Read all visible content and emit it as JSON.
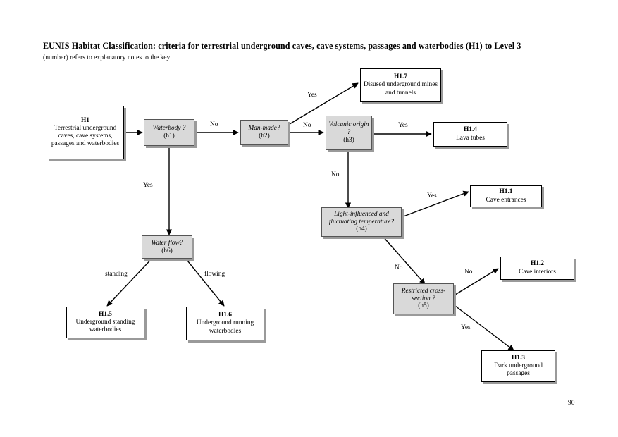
{
  "header": {
    "title": "EUNIS Habitat Classification: criteria for terrestrial underground caves, cave systems,  passages and waterbodies (H1) to Level 3",
    "subtitle": "(number) refers to explanatory notes to the key"
  },
  "page_number": "90",
  "chart_data": {
    "type": "diagram",
    "title": "EUNIS Habitat Classification: criteria for terrestrial underground caves, cave systems,  passages and waterbodies (H1) to Level 3",
    "nodes": [
      {
        "id": "h1-root",
        "kind": "terminal",
        "code": "H1",
        "desc": "Terrestrial underground caves, cave systems, passages and waterbodies"
      },
      {
        "id": "q-waterbody",
        "kind": "decision",
        "question": "Waterbody ?",
        "note": "(h1)"
      },
      {
        "id": "q-manmade",
        "kind": "decision",
        "question": "Man-made?",
        "note": "(h2)"
      },
      {
        "id": "q-volcanic",
        "kind": "decision",
        "question": "Volcanic origin ?",
        "note": "(h3)"
      },
      {
        "id": "q-light",
        "kind": "decision",
        "question": "Light-influenced and fluctuating temperature?",
        "note": "(h4)"
      },
      {
        "id": "q-restricted",
        "kind": "decision",
        "question": "Restricted cross-section ?",
        "note": "(h5)"
      },
      {
        "id": "q-waterflow",
        "kind": "decision",
        "question": "Water flow?",
        "note": "(h6)"
      },
      {
        "id": "h1-7",
        "kind": "terminal",
        "code": "H1.7",
        "desc": "Disused underground mines and tunnels"
      },
      {
        "id": "h1-4",
        "kind": "terminal",
        "code": "H1.4",
        "desc": "Lava tubes"
      },
      {
        "id": "h1-1",
        "kind": "terminal",
        "code": "H1.1",
        "desc": "Cave entrances"
      },
      {
        "id": "h1-2",
        "kind": "terminal",
        "code": "H1.2",
        "desc": "Cave interiors"
      },
      {
        "id": "h1-3",
        "kind": "terminal",
        "code": "H1.3",
        "desc": "Dark underground passages"
      },
      {
        "id": "h1-5",
        "kind": "terminal",
        "code": "H1.5",
        "desc": "Underground standing waterbodies"
      },
      {
        "id": "h1-6",
        "kind": "terminal",
        "code": "H1.6",
        "desc": "Underground running waterbodies"
      }
    ],
    "edges": [
      {
        "from": "h1-root",
        "to": "q-waterbody",
        "label": ""
      },
      {
        "from": "q-waterbody",
        "to": "q-manmade",
        "label": "No"
      },
      {
        "from": "q-waterbody",
        "to": "q-waterflow",
        "label": "Yes"
      },
      {
        "from": "q-manmade",
        "to": "h1-7",
        "label": "Yes"
      },
      {
        "from": "q-manmade",
        "to": "q-volcanic",
        "label": "No"
      },
      {
        "from": "q-volcanic",
        "to": "h1-4",
        "label": "Yes"
      },
      {
        "from": "q-volcanic",
        "to": "q-light",
        "label": "No"
      },
      {
        "from": "q-light",
        "to": "h1-1",
        "label": "Yes"
      },
      {
        "from": "q-light",
        "to": "q-restricted",
        "label": "No"
      },
      {
        "from": "q-restricted",
        "to": "h1-2",
        "label": "No"
      },
      {
        "from": "q-restricted",
        "to": "h1-3",
        "label": "Yes"
      },
      {
        "from": "q-waterflow",
        "to": "h1-5",
        "label": "standing"
      },
      {
        "from": "q-waterflow",
        "to": "h1-6",
        "label": "flowing"
      }
    ]
  },
  "labels": {
    "no": "No",
    "yes": "Yes",
    "standing": "standing",
    "flowing": "flowing"
  }
}
